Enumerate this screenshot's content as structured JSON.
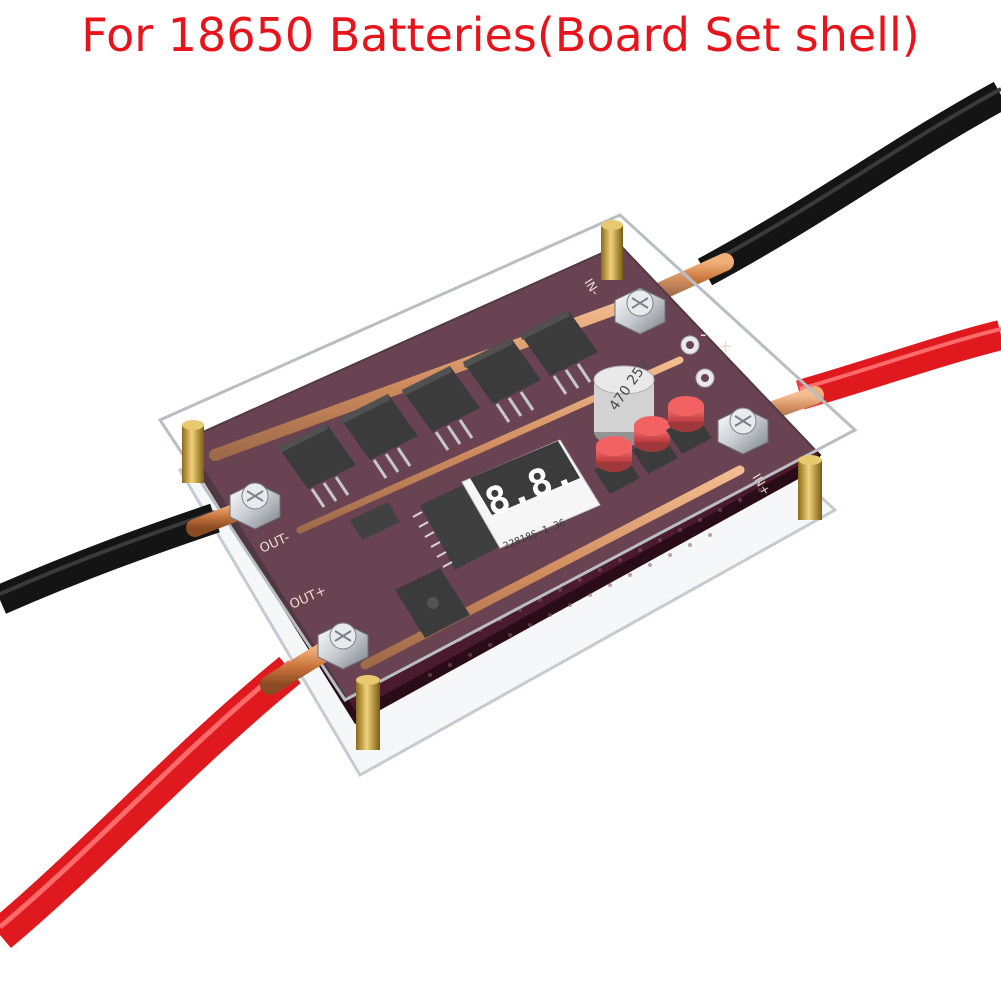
{
  "title": "For 18650 Batteries(Board Set shell)",
  "board": {
    "display_digits": "8.8.",
    "display_label": "22818S-1.36",
    "capacitor_label": "470 25V",
    "silk_out_neg": "OUT-",
    "silk_out_pos": "OUT+",
    "silk_in_neg": "IN-",
    "silk_in_pos": "IN+",
    "silk_plus": "+",
    "silk_minus": "-"
  },
  "colors": {
    "title": "#e8141c",
    "pcb": "#4a1a2e",
    "red_wire": "#e0191e",
    "black_wire": "#141414",
    "copper": "#c9763d"
  }
}
